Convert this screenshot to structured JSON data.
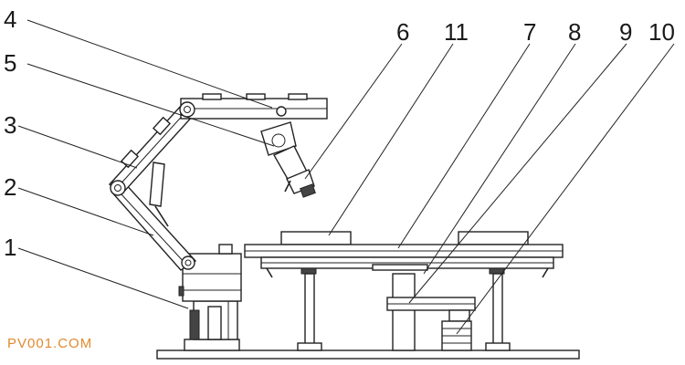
{
  "figure": {
    "callouts": [
      {
        "id": "label-1",
        "text": "1"
      },
      {
        "id": "label-2",
        "text": "2"
      },
      {
        "id": "label-3",
        "text": "3"
      },
      {
        "id": "label-4",
        "text": "4"
      },
      {
        "id": "label-5",
        "text": "5"
      },
      {
        "id": "label-6",
        "text": "6"
      },
      {
        "id": "label-11",
        "text": "11"
      },
      {
        "id": "label-7",
        "text": "7"
      },
      {
        "id": "label-8",
        "text": "8"
      },
      {
        "id": "label-9",
        "text": "9"
      },
      {
        "id": "label-10",
        "text": "10"
      }
    ],
    "watermark": "PV001.COM"
  }
}
